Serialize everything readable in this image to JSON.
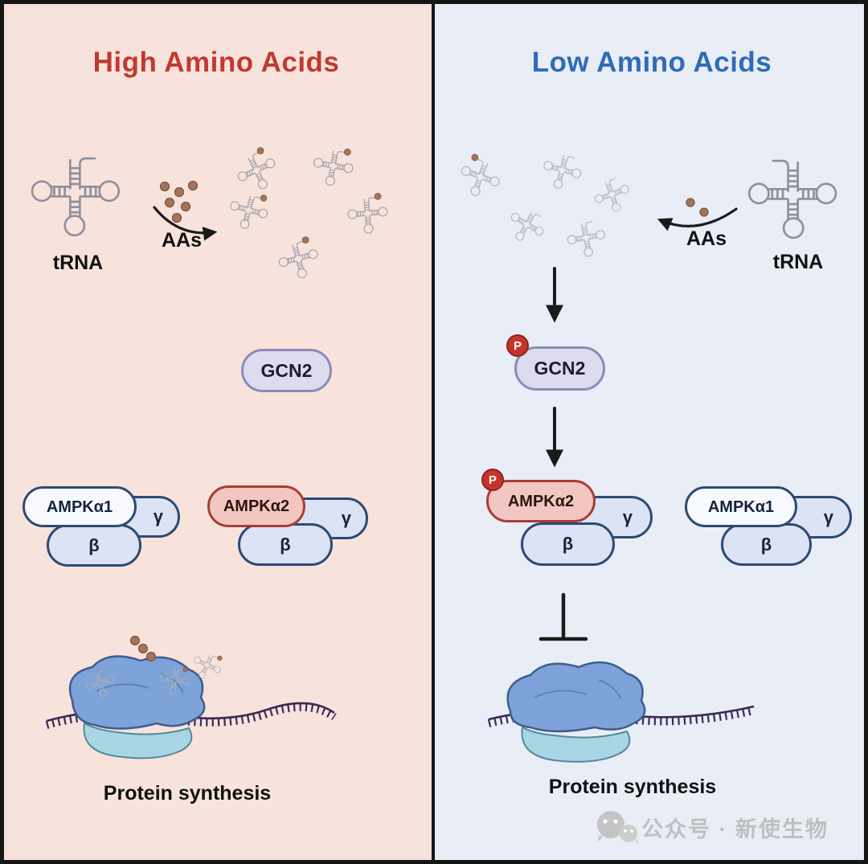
{
  "left": {
    "title": "High Amino Acids",
    "trna_label": "tRNA",
    "aas_label": "AAs",
    "gcn2_label": "GCN2",
    "ampk_alpha1_label": "AMPKα1",
    "ampk_alpha2_label": "AMPKα2",
    "beta_label": "β",
    "gamma_label": "γ",
    "protein_synthesis_label": "Protein synthesis"
  },
  "right": {
    "title": "Low Amino Acids",
    "trna_label": "tRNA",
    "aas_label": "AAs",
    "gcn2_label": "GCN2",
    "phospho_label": "P",
    "ampk_alpha1_label": "AMPKα1",
    "ampk_alpha2_label": "AMPKα2",
    "beta_label": "β",
    "gamma_label": "γ",
    "protein_synthesis_label": "Protein synthesis"
  },
  "watermark": {
    "text": "公众号 · 新使生物"
  },
  "colors": {
    "left_bg": "#f8e3dc",
    "right_bg": "#e8edf6",
    "left_title": "#bf3a30",
    "right_title": "#2f6cb7",
    "phospho": "#c5352c",
    "alpha2_fill": "#f3c7c1",
    "alpha2_border": "#a93c35",
    "subunit_fill": "#dbe3f4",
    "subunit_border": "#2d4a73",
    "gcn2_fill": "#dddcef",
    "gcn2_border": "#8c8bb8",
    "amino_acid_dot": "#a3745a",
    "mrna": "#3a2a55",
    "ribosome_large": "#7ea3d8",
    "ribosome_small": "#a9d6e5"
  }
}
